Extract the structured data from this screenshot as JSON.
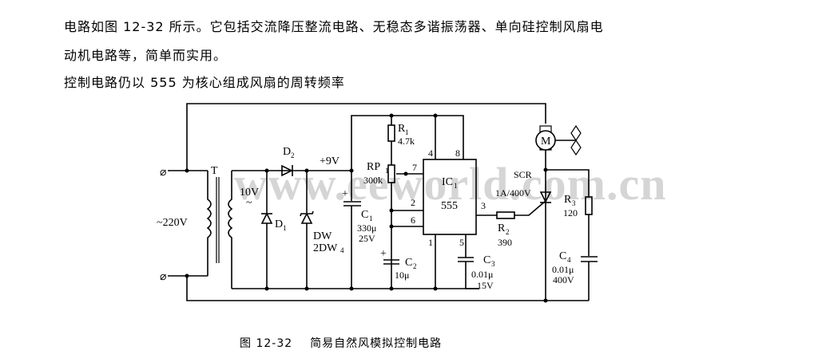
{
  "text": {
    "paragraph1": "电路如图 12-32 所示。它包括交流降压整流电路、无稳态多谐振荡器、单向硅控制风扇电",
    "paragraph2": "动机电路等，简单而实用。",
    "paragraph3": "控制电路仍以 555 为核心组成风扇的周转频率"
  },
  "caption": {
    "number": "图 12-32",
    "title": "简易自然风模拟控制电路"
  },
  "watermark": "www.eeworld.com.cn",
  "components": {
    "transformer": {
      "ref": "T",
      "input": "~220V",
      "output": "10V",
      "output_symbol": "~"
    },
    "d1": {
      "ref": "D",
      "sub": "1"
    },
    "d2": {
      "ref": "D",
      "sub": "2"
    },
    "dw": {
      "ref": "DW",
      "part": "2DW",
      "part_sub": "4"
    },
    "supply": {
      "label": "+9V"
    },
    "c1": {
      "ref": "C",
      "sub": "1",
      "value": "330μ",
      "rating": "25V",
      "polarity": "+"
    },
    "r1": {
      "ref": "R",
      "sub": "1",
      "value": "4.7k"
    },
    "rp1": {
      "ref": "RP",
      "sub": "1",
      "value": "300k"
    },
    "ic1": {
      "ref": "IC",
      "sub": "1",
      "part": "555",
      "pins": {
        "p4": "4",
        "p8": "8",
        "p7": "7",
        "p2": "2",
        "p6": "6",
        "p3": "3",
        "p1": "1",
        "p5": "5"
      }
    },
    "c2": {
      "ref": "C",
      "sub": "2",
      "value": "10μ",
      "polarity": "+"
    },
    "c3": {
      "ref": "C",
      "sub": "3",
      "value": "0.01μ",
      "rating": "15V"
    },
    "r2": {
      "ref": "R",
      "sub": "2",
      "value": "390"
    },
    "scr": {
      "ref": "SCR",
      "rating": "1A/400V"
    },
    "motor": {
      "label": "M"
    },
    "r3": {
      "ref": "R",
      "sub": "3",
      "value": "120"
    },
    "c4": {
      "ref": "C",
      "sub": "4",
      "value": "0.01μ",
      "rating": "400V"
    }
  }
}
